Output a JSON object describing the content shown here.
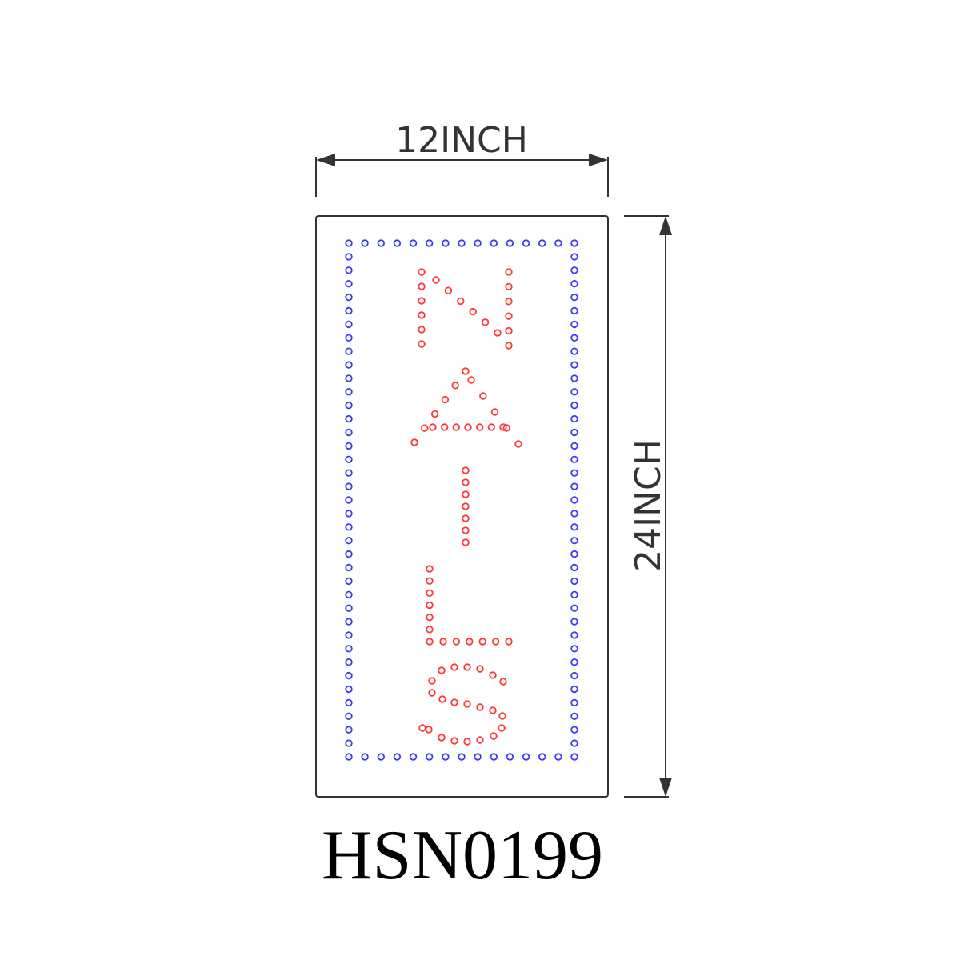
{
  "dimensions": {
    "width_label": "12INCH",
    "height_label": "24INCH"
  },
  "model_code": "HSN0199",
  "sign": {
    "orientation": "vertical",
    "letters": [
      "N",
      "A",
      "I",
      "L",
      "S"
    ],
    "border_led_color": "#3a3aff",
    "text_led_color": "#ff3a3a",
    "outline_color": "#333333"
  }
}
